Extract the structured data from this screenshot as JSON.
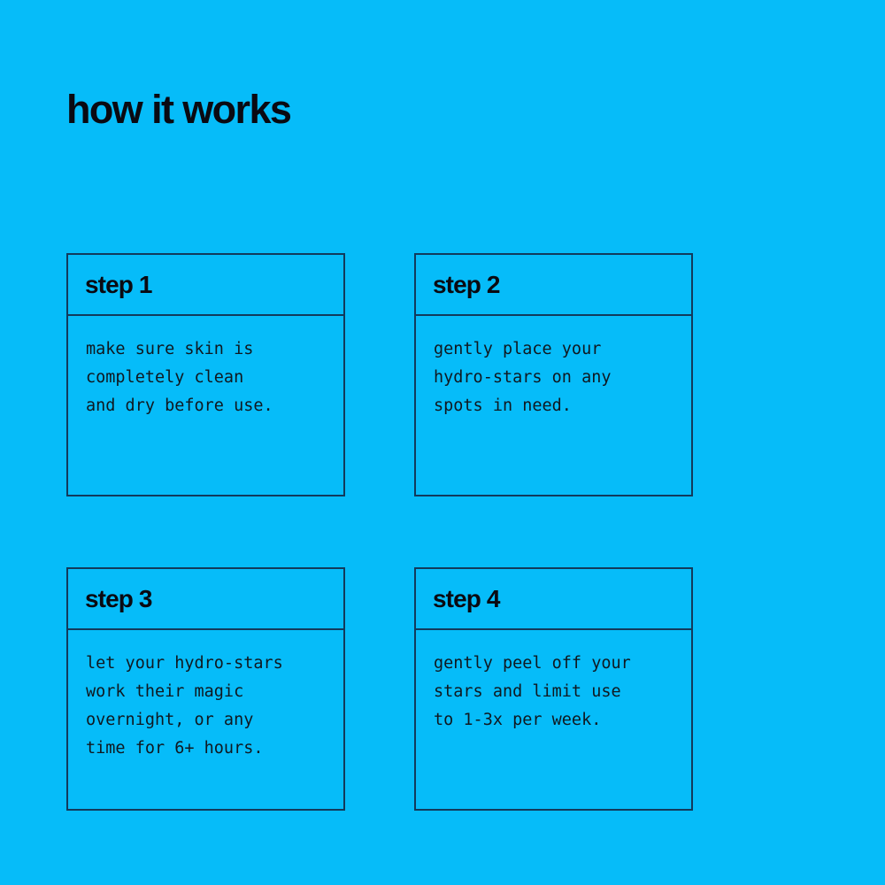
{
  "colors": {
    "background": "#06bcf9",
    "border": "#123a5c",
    "text": "#0a0a12",
    "body_text": "#101820"
  },
  "page": {
    "title": "how it works"
  },
  "steps": [
    {
      "header": "step 1",
      "body": "make sure skin is\ncompletely clean\nand dry before use."
    },
    {
      "header": "step 2",
      "body": "gently place your\nhydro-stars on any\nspots in need."
    },
    {
      "header": "step 3",
      "body": "let your hydro-stars\nwork their magic\novernight, or any\ntime for 6+ hours."
    },
    {
      "header": "step 4",
      "body": "gently peel off your\nstars and limit use\nto 1-3x per week."
    }
  ]
}
